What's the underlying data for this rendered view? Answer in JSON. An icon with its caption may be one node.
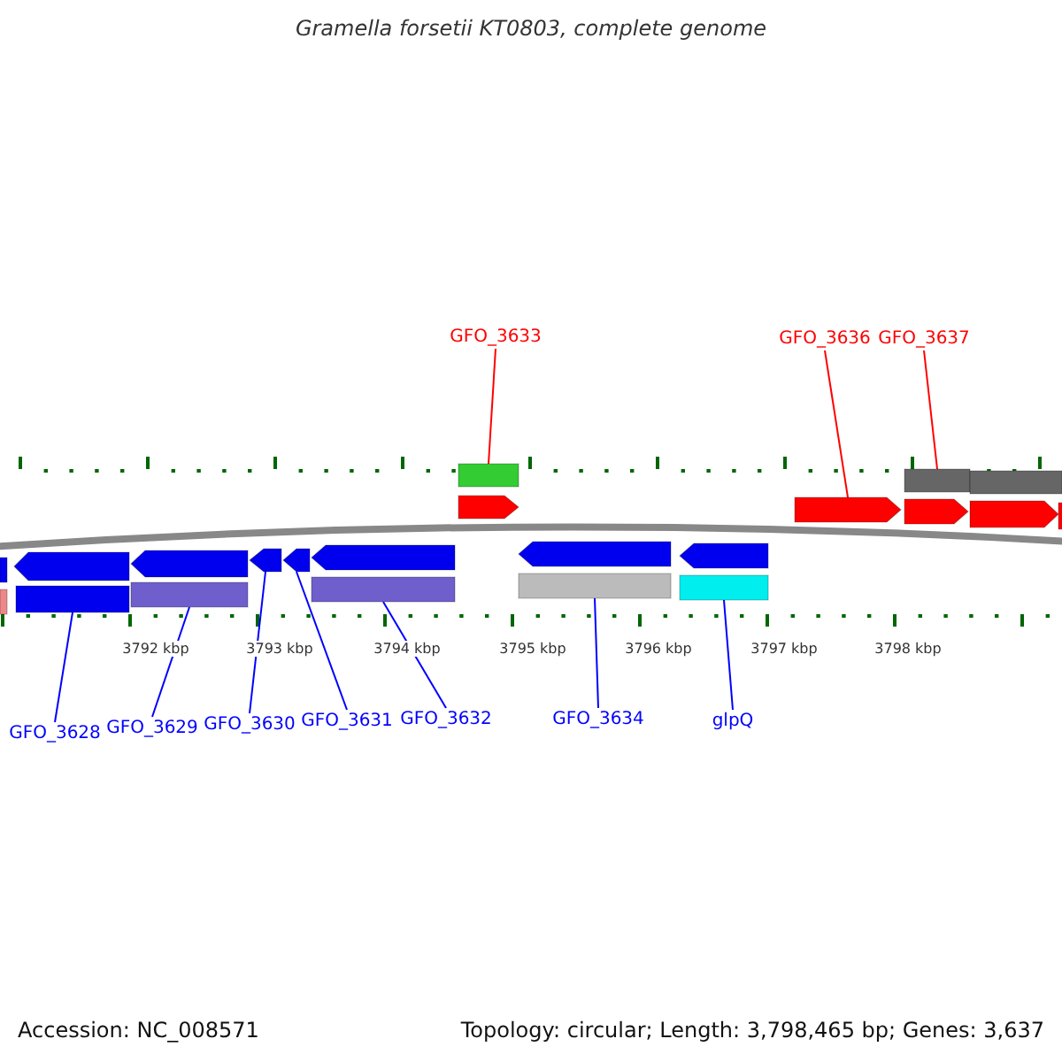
{
  "diagram": {
    "title": "Gramella forsetii KT0803, complete genome",
    "nodes": [
      {
        "text": [
          "GFO_3633"
        ]
      },
      {
        "text": [
          "GFO_3636"
        ]
      },
      {
        "text": [
          "GFO_3637"
        ]
      },
      {
        "text": [
          "GFO_3628"
        ]
      },
      {
        "text": [
          "GFO_3629"
        ]
      },
      {
        "text": [
          "GFO_3630"
        ]
      },
      {
        "text": [
          "GFO_3631"
        ]
      },
      {
        "text": [
          "GFO_3632"
        ]
      },
      {
        "text": [
          "GFO_3634"
        ]
      },
      {
        "text": [
          "glpQ"
        ]
      },
      {
        "text": [],
        "shape": "bar"
      },
      {
        "text": [],
        "shape": "arrow"
      },
      {
        "text": [],
        "shape": "bar"
      },
      {
        "text": [],
        "shape": "bar"
      },
      {
        "text": [],
        "shape": "bar"
      },
      {
        "text": [],
        "shape": "arrow"
      },
      {
        "text": [],
        "shape": "arrow"
      },
      {
        "text": [],
        "shape": "bar"
      },
      {
        "text": [],
        "shape": "bar"
      },
      {
        "text": [],
        "shape": "bar"
      },
      {
        "text": [],
        "shape": "arrow"
      },
      {
        "text": [],
        "shape": "arrow"
      },
      {
        "text": [],
        "shape": "arrow"
      },
      {
        "text": [],
        "shape": "bar"
      },
      {
        "text": [],
        "shape": "bar"
      },
      {
        "text": [],
        "shape": "bar"
      },
      {
        "text": [],
        "shape": "arrow"
      },
      {
        "text": [],
        "shape": "arrow"
      },
      {
        "text": [],
        "shape": "arrow"
      },
      {
        "text": [],
        "shape": "arrow"
      },
      {
        "text": [],
        "shape": "arrow"
      },
      {
        "text": [],
        "shape": "bar"
      }
    ],
    "edges": [
      {
        "from": 0,
        "to": 10,
        "arrow": "none",
        "color": "#ff0000"
      },
      {
        "from": 1,
        "to": 11,
        "arrow": "none",
        "color": "#ff0000"
      },
      {
        "from": 2,
        "to": 12,
        "arrow": "none",
        "color": "#ff0000"
      },
      {
        "from": 3,
        "to": 13,
        "arrow": "none"
      },
      {
        "from": 4,
        "to": 14,
        "arrow": "none"
      },
      {
        "from": 5,
        "to": 15,
        "arrow": "none"
      },
      {
        "from": 6,
        "to": 16,
        "arrow": "none"
      },
      {
        "from": 7,
        "to": 17,
        "arrow": "none"
      },
      {
        "from": 8,
        "to": 18,
        "arrow": "none"
      },
      {
        "from": 9,
        "to": 19,
        "arrow": "none"
      }
    ],
    "labels": [
      "3792 kbp",
      "3793 kbp",
      "3794 kbp",
      "3795 kbp",
      "3796 kbp",
      "3797 kbp",
      "3798 kbp",
      "Accession: NC_008571",
      "Topology: circular; Length: 3,798,465 bp; Genes: 3,637"
    ]
  }
}
